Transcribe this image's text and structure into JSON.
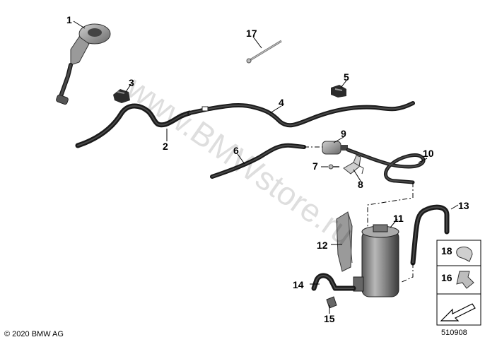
{
  "diagram": {
    "callouts": [
      {
        "id": "c1",
        "label": "1"
      },
      {
        "id": "c2",
        "label": "2"
      },
      {
        "id": "c3",
        "label": "3"
      },
      {
        "id": "c4",
        "label": "4"
      },
      {
        "id": "c5",
        "label": "5"
      },
      {
        "id": "c6",
        "label": "6"
      },
      {
        "id": "c7",
        "label": "7"
      },
      {
        "id": "c8",
        "label": "8"
      },
      {
        "id": "c9",
        "label": "9"
      },
      {
        "id": "c10",
        "label": "10"
      },
      {
        "id": "c11",
        "label": "11"
      },
      {
        "id": "c12",
        "label": "12"
      },
      {
        "id": "c13",
        "label": "13"
      },
      {
        "id": "c14",
        "label": "14"
      },
      {
        "id": "c15",
        "label": "15"
      },
      {
        "id": "c16",
        "label": "16"
      },
      {
        "id": "c17",
        "label": "17"
      },
      {
        "id": "c18",
        "label": "18"
      }
    ],
    "watermark": "www.BMWstore.ru",
    "copyright": "© 2020 BMW AG",
    "diagram_number": "510908",
    "colors": {
      "part_dark": "#1a1a1a",
      "part_gray": "#8c8c8c",
      "watermark": "#000000"
    }
  }
}
